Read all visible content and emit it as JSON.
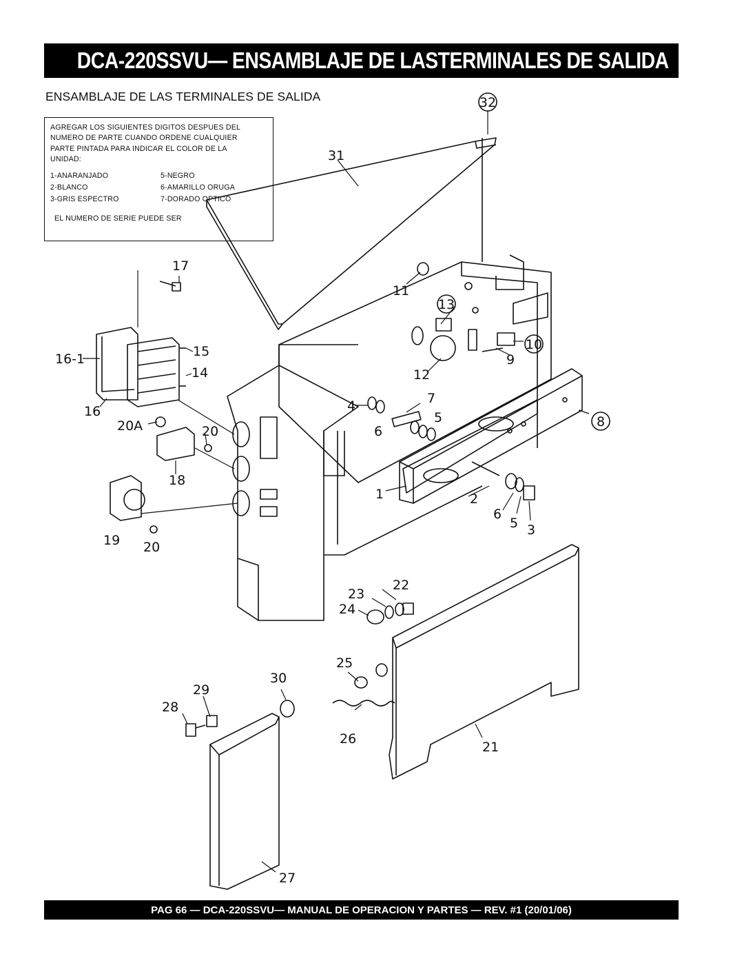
{
  "header": {
    "title": "DCA-220SSVU— ENSAMBLAJE DE LASTERMINALES DE SALIDA"
  },
  "section_title": "ENSAMBLAJE DE LAS TERMINALES DE SALIDA",
  "note": {
    "lines": [
      "AGREGAR LOS SIGUIENTES DIGITOS DESPUES DEL",
      "NUMERO DE PARTE CUANDO ORDENE CUALQUIER",
      "PARTE PINTADA PARA INDICAR EL COLOR DE LA",
      "UNIDAD:"
    ],
    "colors": [
      "1-ANARANJADO",
      "5-NEGRO",
      "2-BLANCO",
      "6-AMARILLO ORUGA",
      "3-GRIS ESPECTRO",
      "7-DORADO OPTICO"
    ],
    "serial": "EL NUMERO DE SERIE PUEDE SER"
  },
  "callouts": {
    "c1": "1",
    "c2": "2",
    "c3": "3",
    "c4": "4",
    "c5a": "5",
    "c5b": "5",
    "c6a": "6",
    "c6b": "6",
    "c7": "7",
    "c8": "8",
    "c9": "9",
    "c10": "10",
    "c11": "11",
    "c12": "12",
    "c13": "13",
    "c14": "14",
    "c15": "15",
    "c16": "16",
    "c16_1": "16-1",
    "c17": "17",
    "c18": "18",
    "c19": "19",
    "c20a": "20",
    "c20b": "20",
    "c20A": "20A",
    "c21": "21",
    "c22": "22",
    "c23": "23",
    "c24": "24",
    "c25": "25",
    "c26": "26",
    "c27": "27",
    "c28": "28",
    "c29": "29",
    "c30": "30",
    "c31": "31",
    "c32": "32"
  },
  "footer": {
    "text": "PAG 66 — DCA-220SSVU— MANUAL DE OPERACION Y PARTES — REV. #1 (20/01/06)"
  }
}
